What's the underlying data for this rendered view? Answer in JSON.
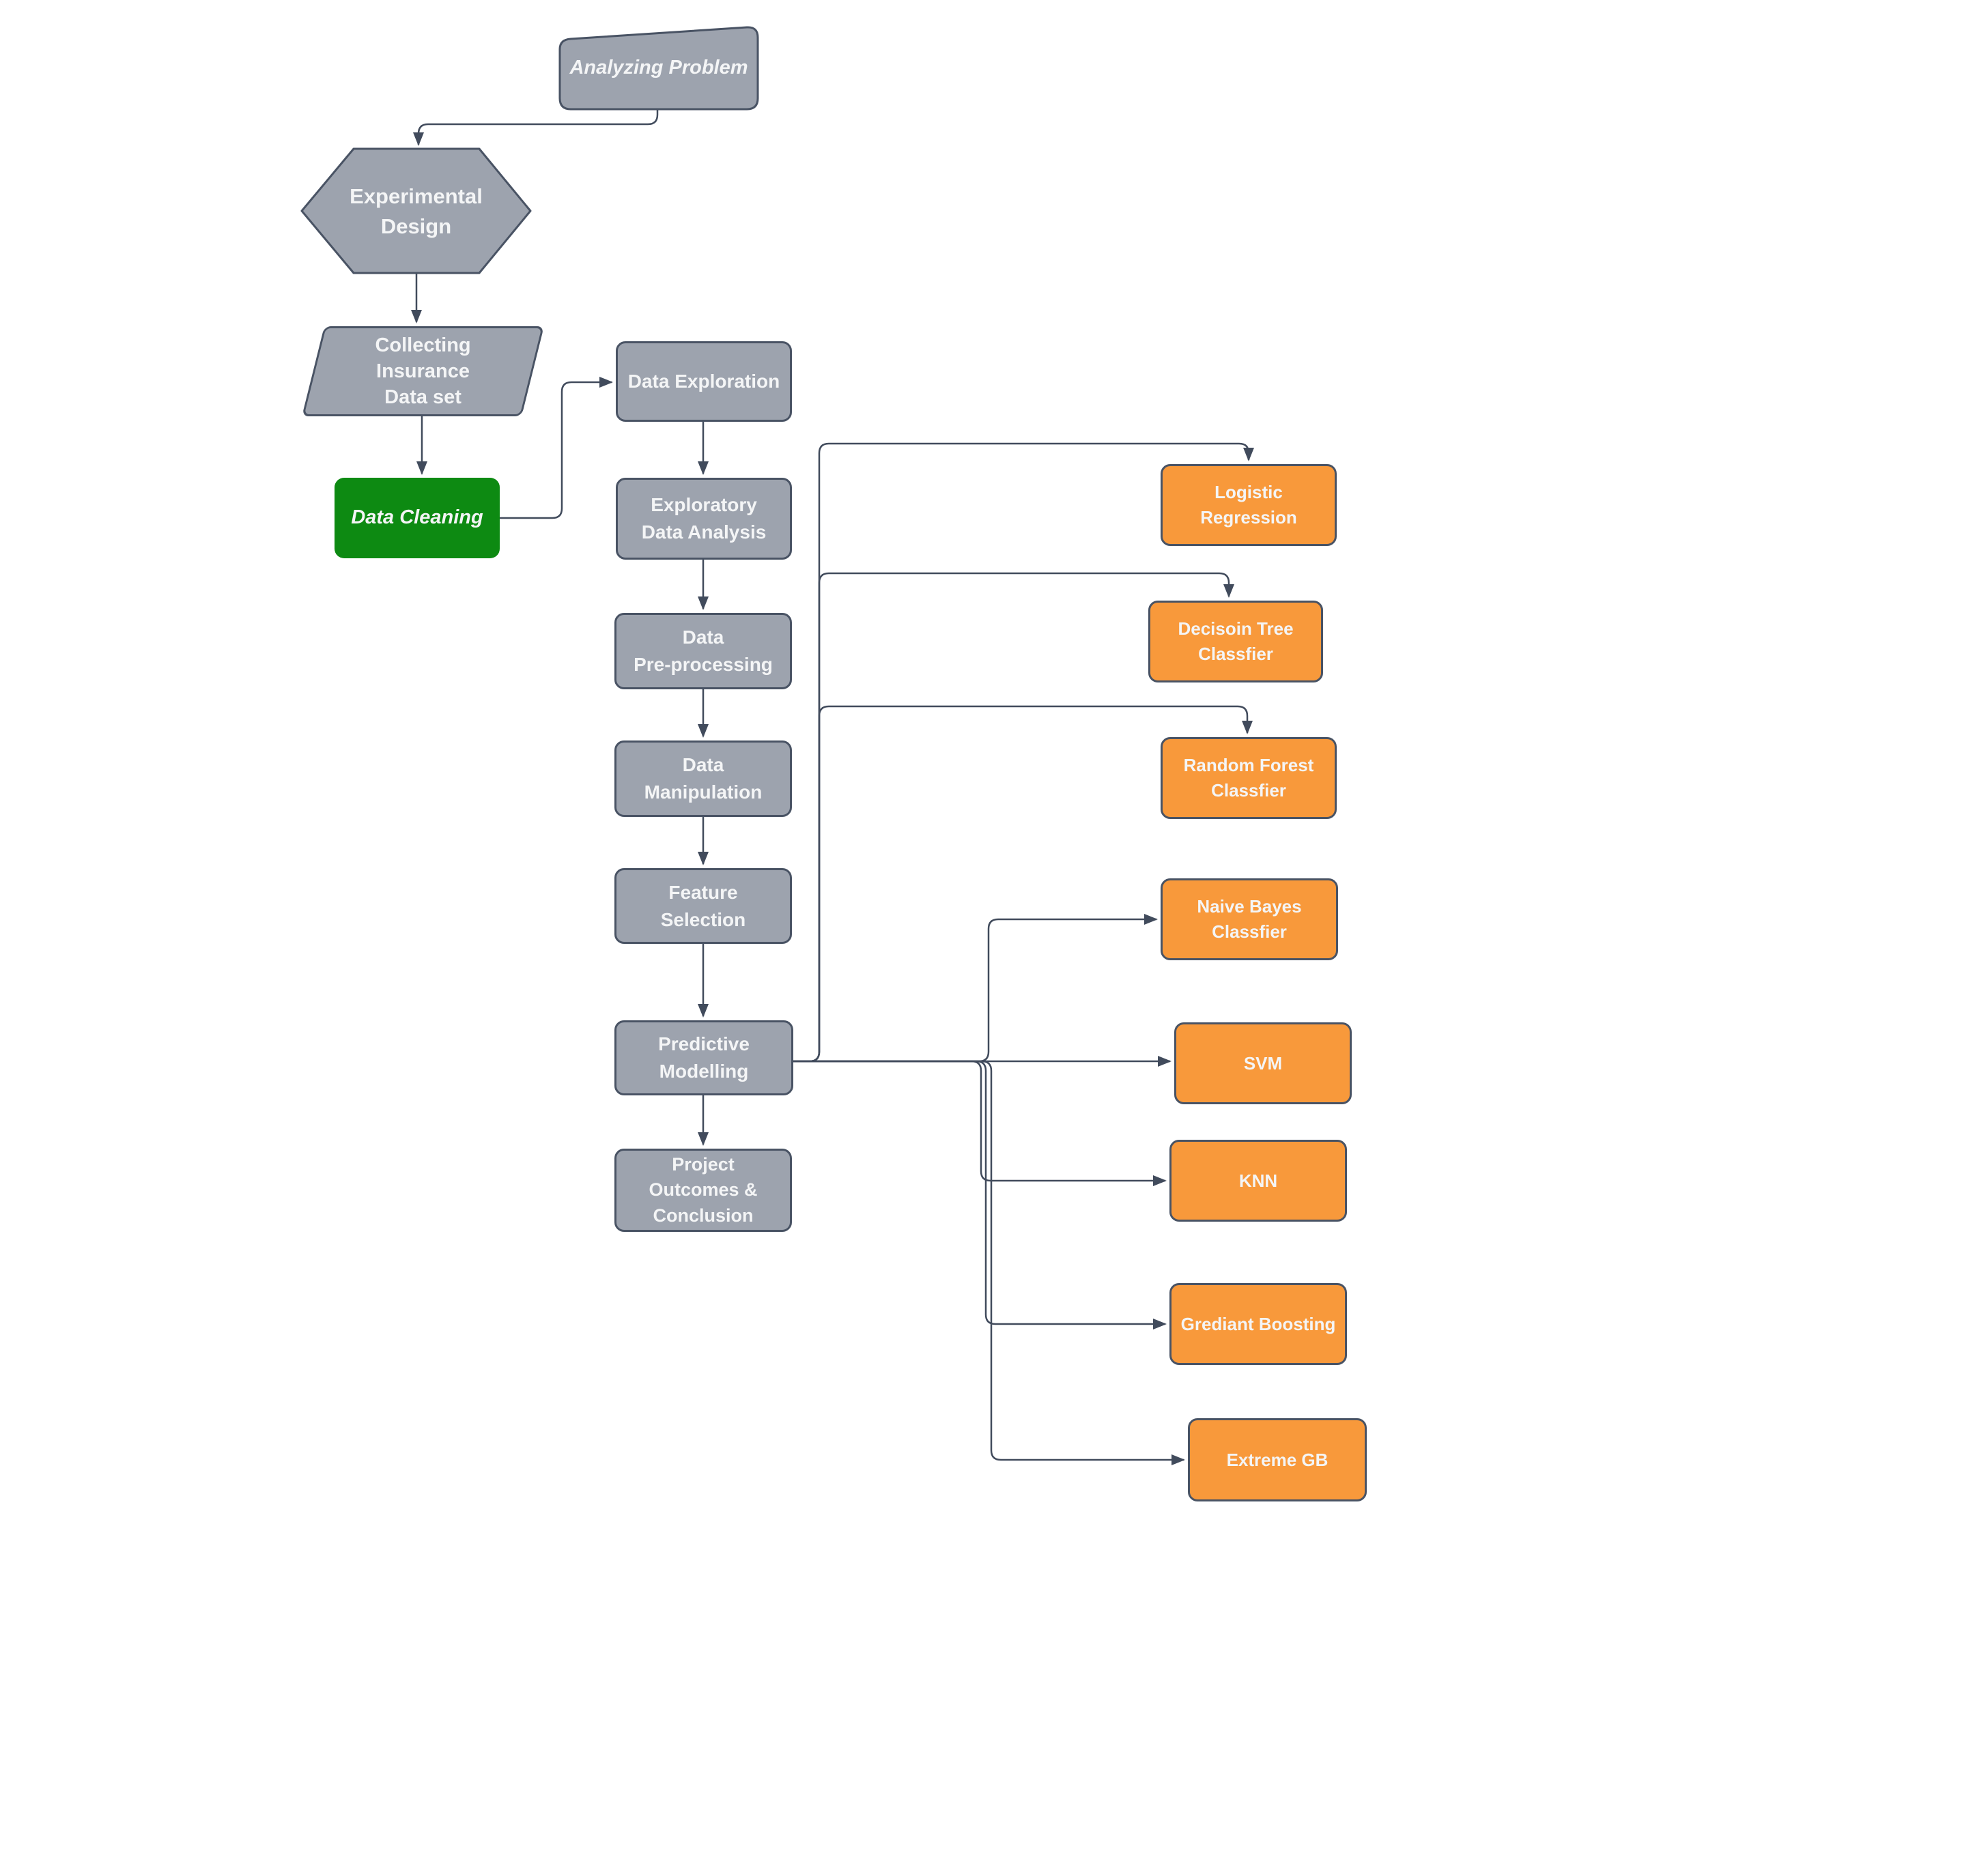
{
  "diagram": {
    "colors": {
      "canvas_bg": "#ffffff",
      "gray_fill": "#9da3ae",
      "green_fill": "#0d8a12",
      "orange_fill": "#f8993b",
      "shape_border": "#495364",
      "connector": "#414b5c",
      "text_color": "#f4f5f6"
    },
    "nodes": {
      "analyzing_problem": {
        "label": "Analyzing Problem"
      },
      "experimental_design": {
        "label": "Experimental\nDesign"
      },
      "collecting_insurance_data_set": {
        "label": "Collecting\nInsurance\nData set"
      },
      "data_cleaning": {
        "label": "Data Cleaning"
      },
      "data_exploration": {
        "label": "Data Exploration"
      },
      "exploratory_data_analysis": {
        "label": "Exploratory\nData Analysis"
      },
      "data_preprocessing": {
        "label": "Data\nPre-processing"
      },
      "data_manipulation": {
        "label": "Data\nManipulation"
      },
      "feature_selection": {
        "label": "Feature\nSelection"
      },
      "predictive_modelling": {
        "label": "Predictive\nModelling"
      },
      "project_outcomes": {
        "label": "Project\nOutcomes &\nConclusion"
      },
      "logistic_regression": {
        "label": "Logistic\nRegression"
      },
      "decision_tree": {
        "label": "Decisoin Tree\nClassfier"
      },
      "random_forest": {
        "label": "Random Forest\nClassfier"
      },
      "naive_bayes": {
        "label": "Naive Bayes\nClassfier"
      },
      "svm": {
        "label": "SVM"
      },
      "knn": {
        "label": "KNN"
      },
      "gradient_boosting": {
        "label": "Grediant Boosting"
      },
      "extreme_gb": {
        "label": "Extreme GB"
      }
    }
  }
}
